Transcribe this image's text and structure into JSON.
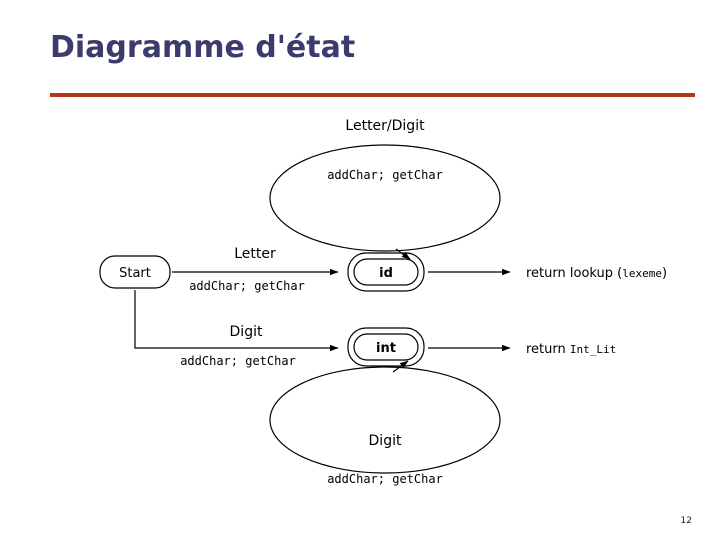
{
  "slide": {
    "title": "Diagramme d'état",
    "page_number": "12",
    "accent_color": "#b5371a",
    "title_color": "#3b3b6d"
  },
  "diagram": {
    "type": "state-diagram",
    "states": [
      {
        "id": "start",
        "label": "Start",
        "shape": "rounded-rect"
      },
      {
        "id": "id",
        "label": "id",
        "shape": "double-rounded-rect"
      },
      {
        "id": "int",
        "label": "int",
        "shape": "double-rounded-rect"
      }
    ],
    "transitions": [
      {
        "id": "start-to-id",
        "from": "start",
        "to": "id",
        "condition": "Letter",
        "action": "addChar; getChar"
      },
      {
        "id": "id-self-loop",
        "from": "id",
        "to": "id",
        "condition": "Letter/Digit",
        "action": "addChar; getChar"
      },
      {
        "id": "start-to-int",
        "from": "start",
        "to": "int",
        "condition": "Digit",
        "action": "addChar; getChar"
      },
      {
        "id": "int-self-loop",
        "from": "int",
        "to": "int",
        "condition": "Digit",
        "action": "addChar; getChar"
      }
    ],
    "outputs": [
      {
        "id": "id-output",
        "from": "id",
        "text": "return lookup (",
        "mono": "lexeme",
        "tail": ")"
      },
      {
        "id": "int-output",
        "from": "int",
        "text": "return ",
        "mono": "Int_Lit",
        "tail": ""
      }
    ]
  }
}
